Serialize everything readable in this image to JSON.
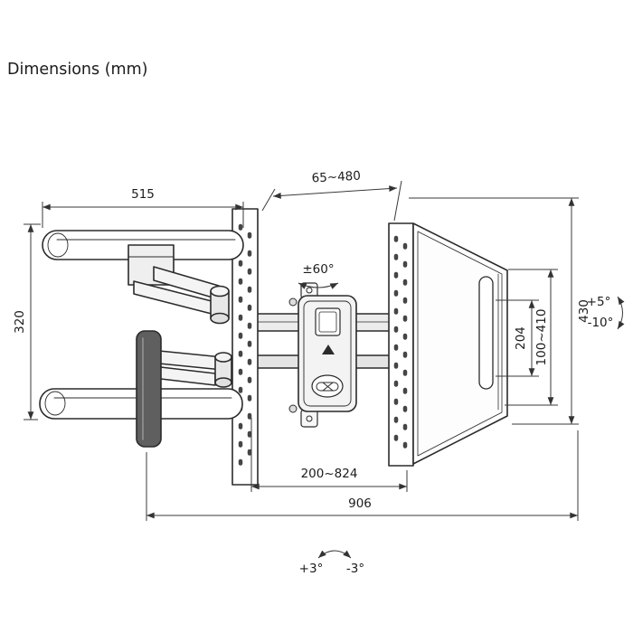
{
  "title": "Dimensions (mm)",
  "dims": {
    "wall_rail_width": "515",
    "extension_depth": "65~480",
    "wall_rail_height": "320",
    "swivel_angle": "±60°",
    "slot_height": "204",
    "vesa_height_range": "100~410",
    "plate_height": "430",
    "tilt_up": "+5°",
    "tilt_down": "-10°",
    "mount_span_range": "200~824",
    "overall_width": "906",
    "level_cw": "+3°",
    "level_ccw": "-3°"
  }
}
